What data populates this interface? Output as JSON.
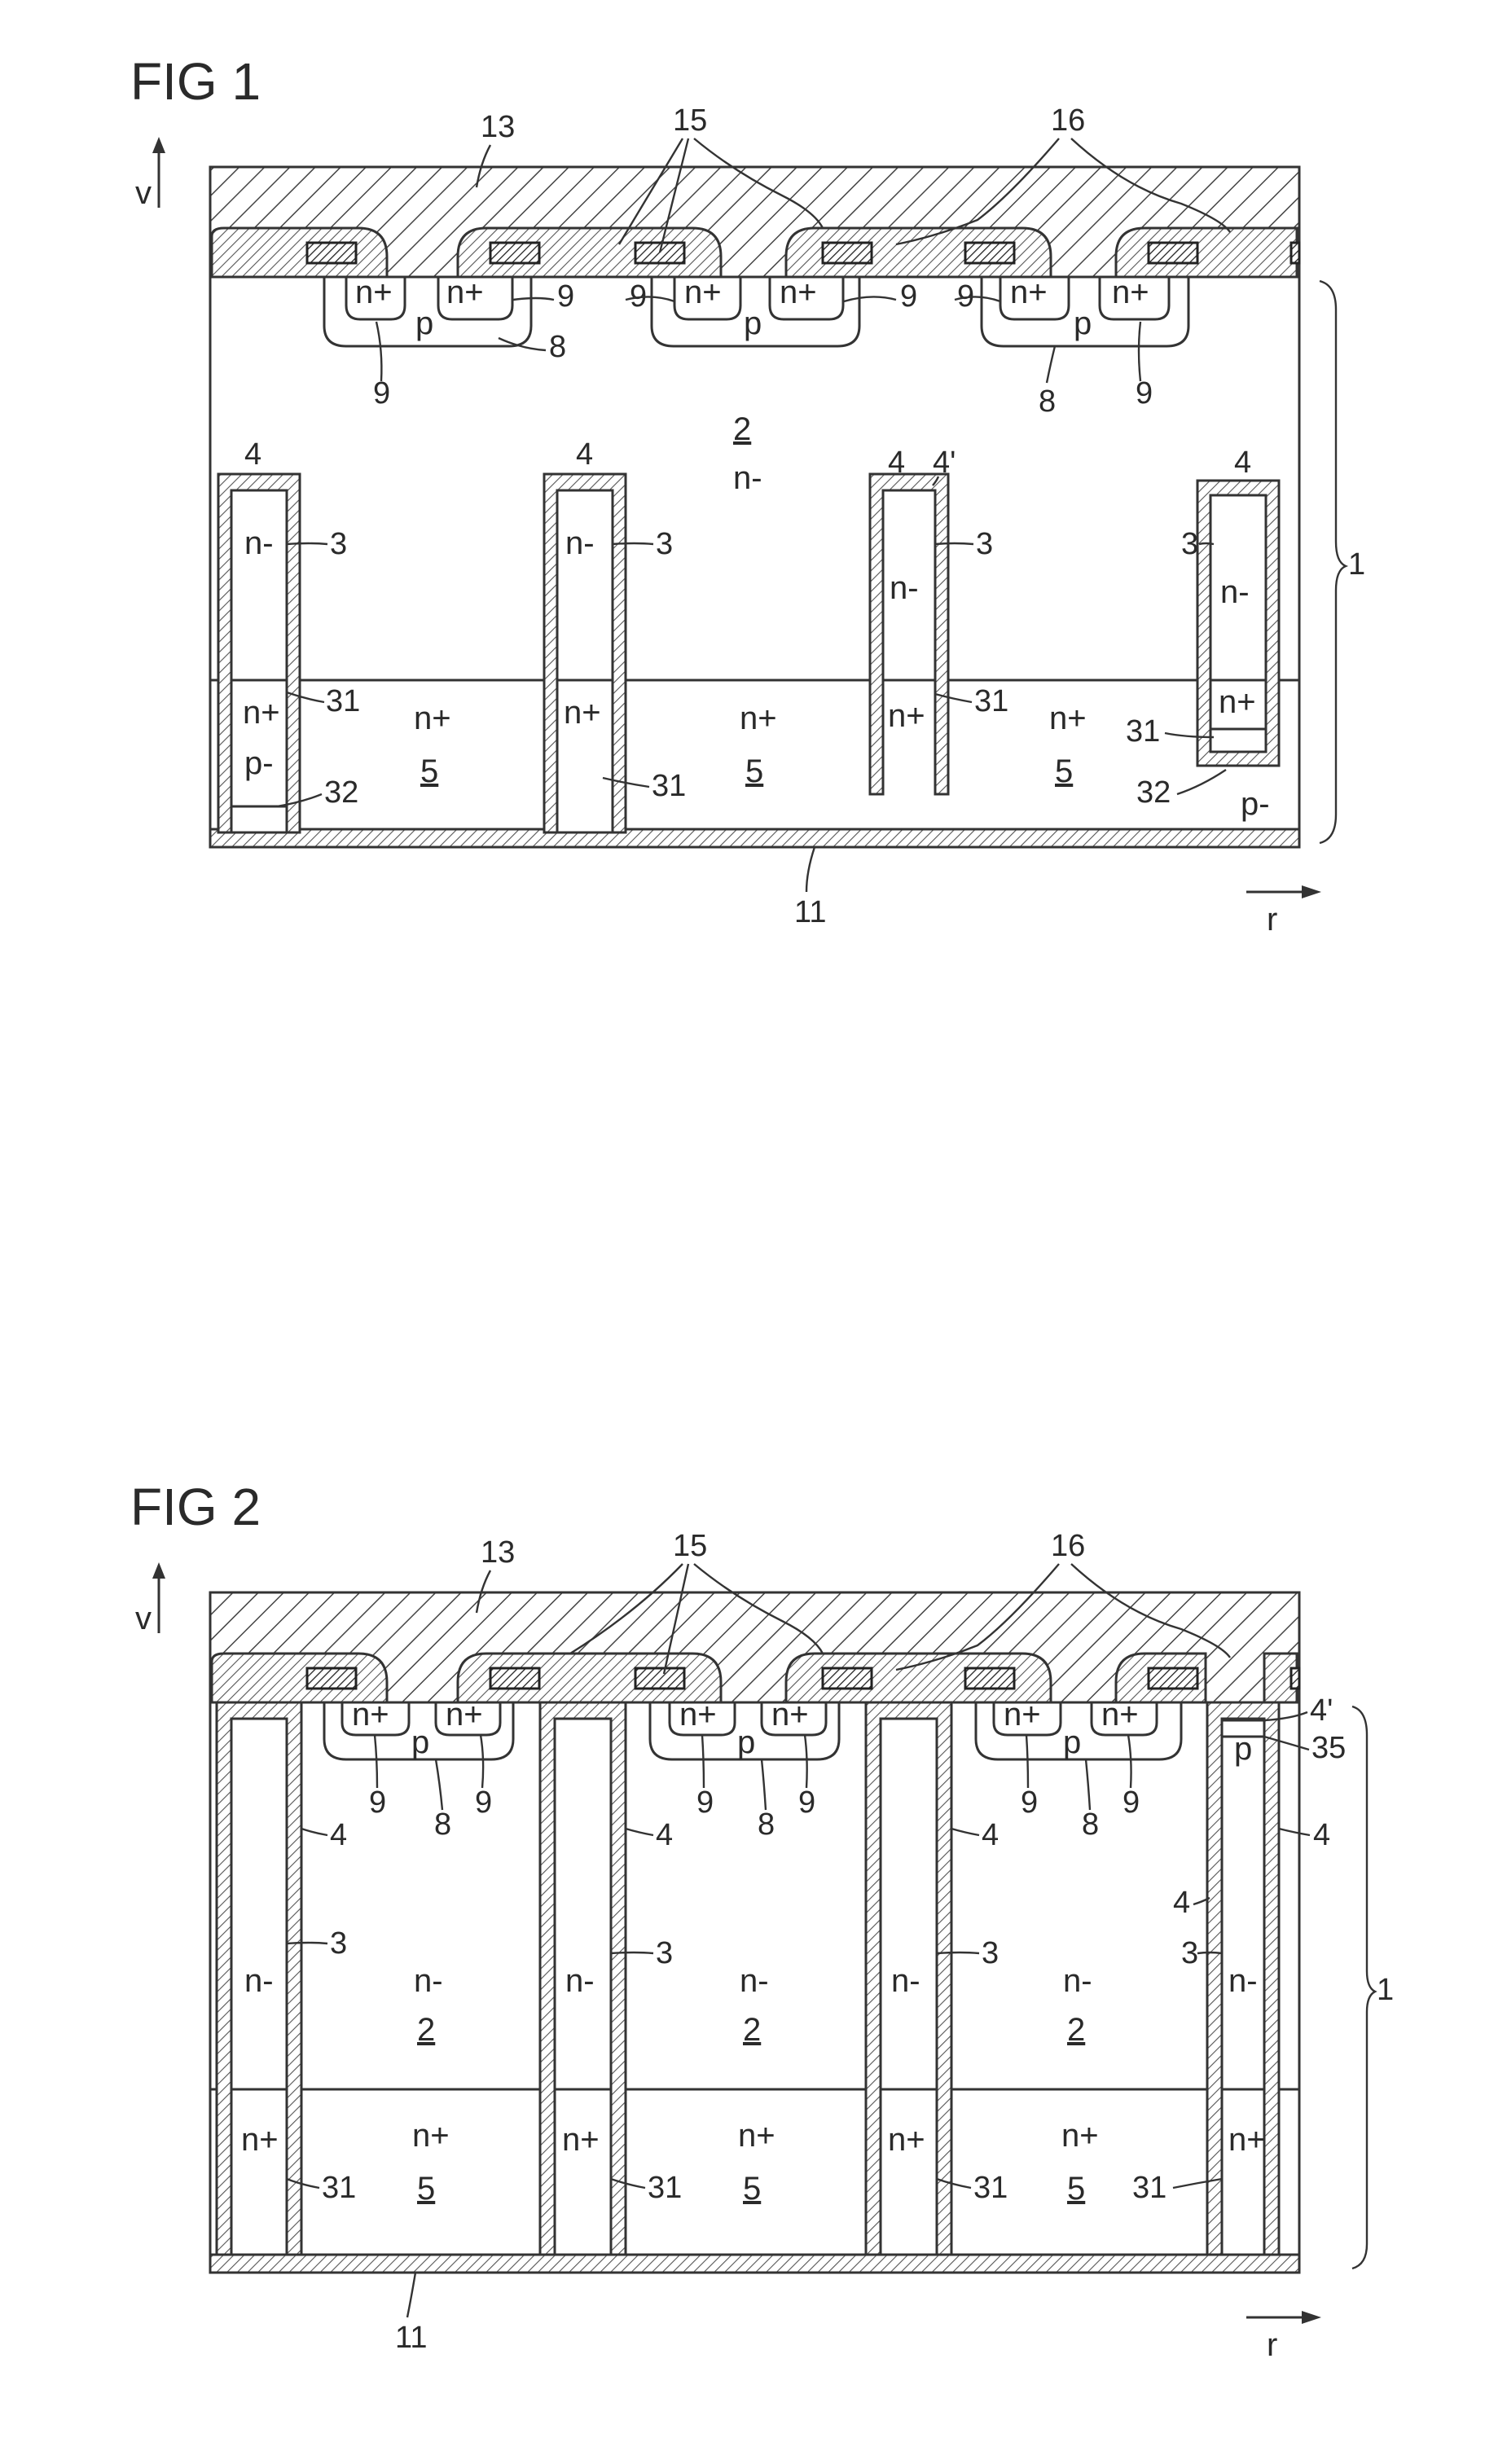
{
  "fig1": {
    "title": "FIG 1",
    "axis_v": "v",
    "axis_r": "r",
    "labels": {
      "l13": "13",
      "l15": "15",
      "l16": "16",
      "l1": "1",
      "l11": "11",
      "l2": "2",
      "l4p": "4'",
      "l8": "8",
      "l9": "9",
      "l4": "4",
      "l3": "3",
      "l31": "31",
      "l32": "32",
      "l5": "5"
    },
    "doping": {
      "n_plus": "n+",
      "p": "p",
      "n_minus": "n-",
      "p_minus": "p-"
    }
  },
  "fig2": {
    "title": "FIG 2",
    "axis_v": "v",
    "axis_r": "r",
    "labels": {
      "l13": "13",
      "l15": "15",
      "l16": "16",
      "l1": "1",
      "l11": "11",
      "l4p": "4'",
      "l35": "35",
      "l9": "9",
      "l8": "8",
      "l4": "4",
      "l3": "3",
      "l2": "2",
      "l31": "31",
      "l5": "5"
    },
    "doping": {
      "n_plus": "n+",
      "p": "p",
      "n_minus": "n-"
    }
  }
}
